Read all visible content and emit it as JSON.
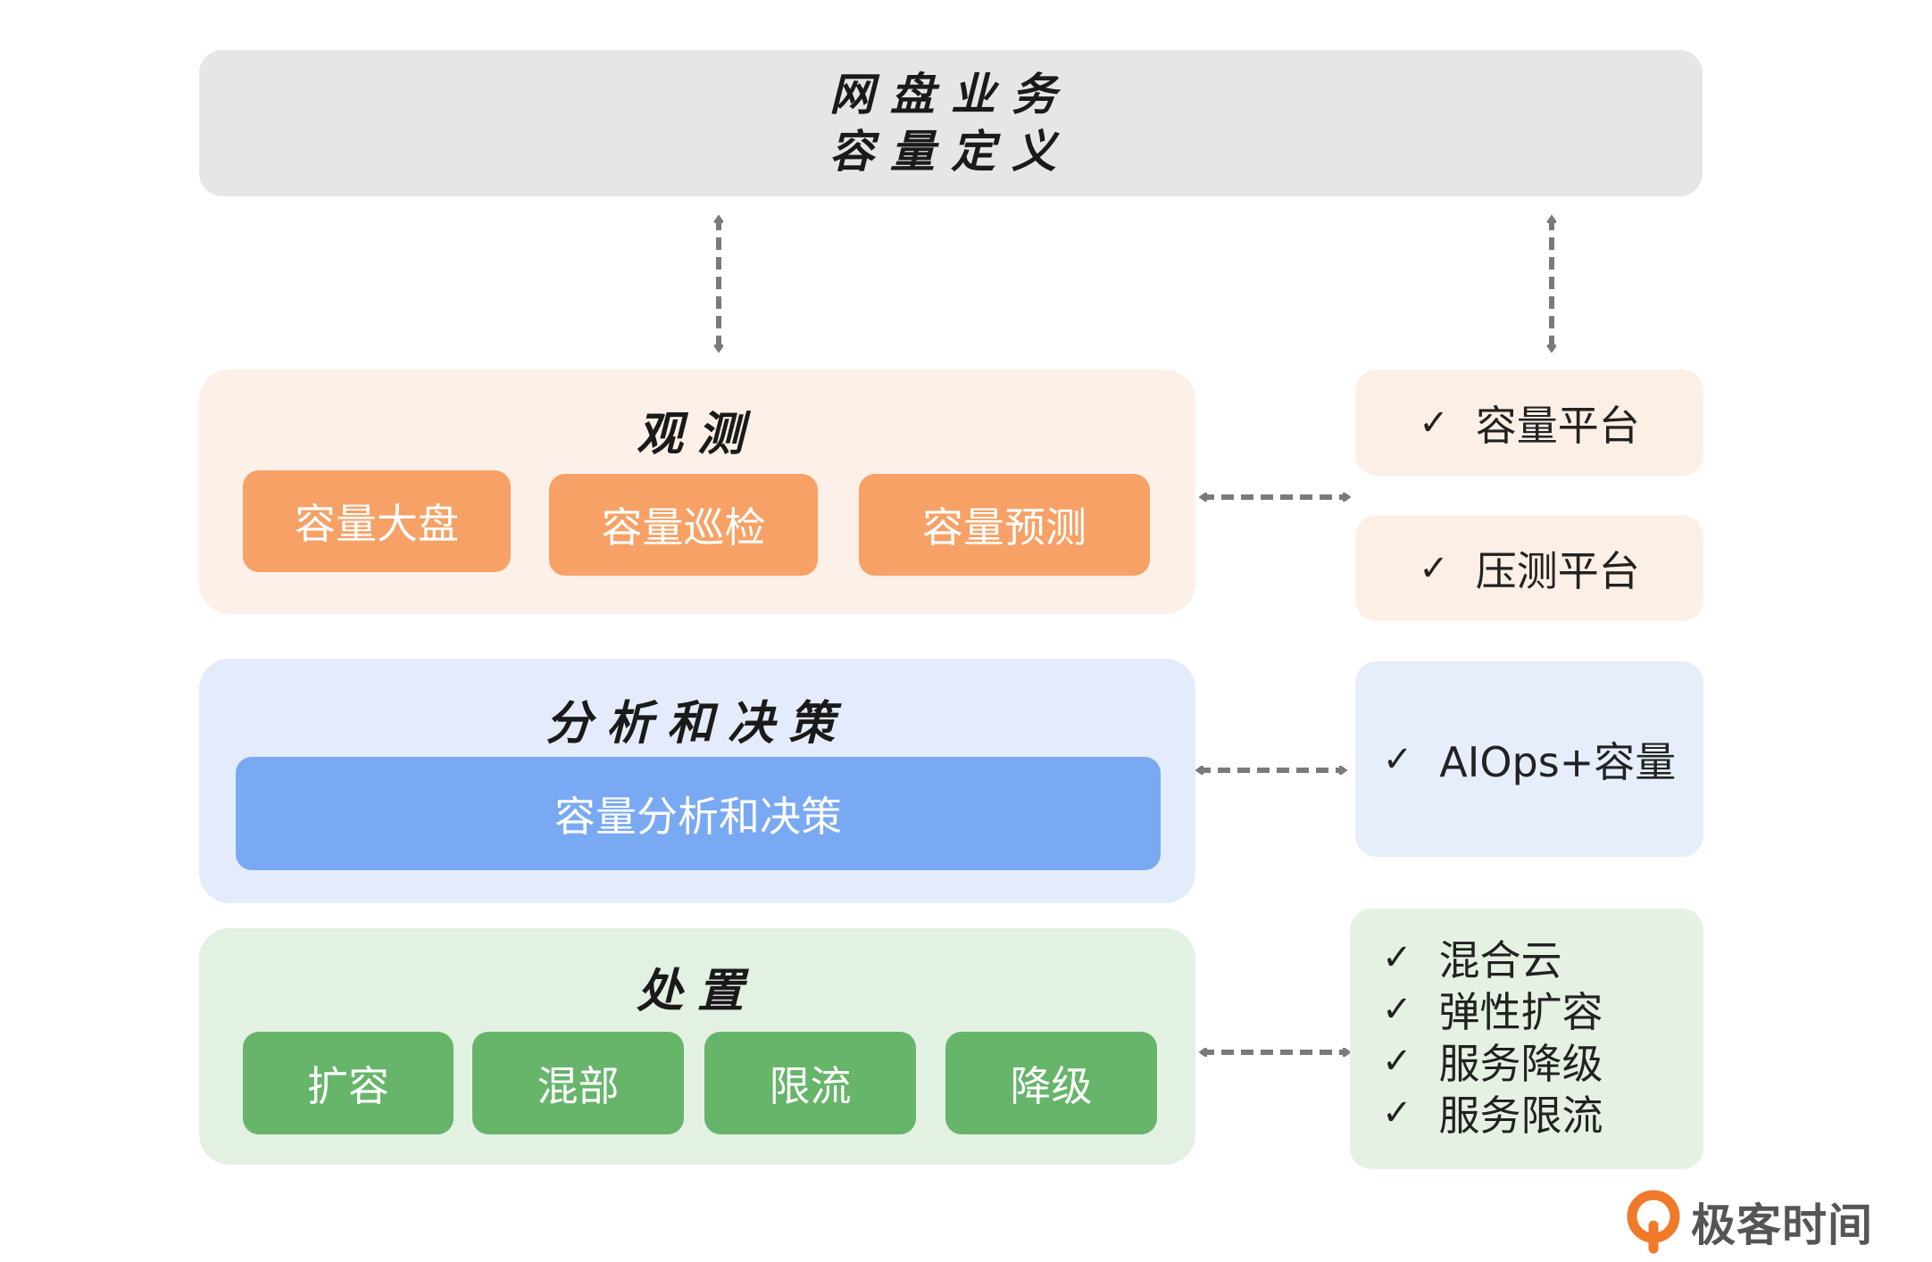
{
  "top": {
    "line1": "网盘业务",
    "line2": "容量定义"
  },
  "observe": {
    "title": "观测",
    "items": [
      "容量大盘",
      "容量巡检",
      "容量预测"
    ]
  },
  "analysis": {
    "title": "分析和决策",
    "item": "容量分析和决策"
  },
  "action": {
    "title": "处置",
    "items": [
      "扩容",
      "混部",
      "限流",
      "降级"
    ]
  },
  "side": {
    "capacity_platform": "容量平台",
    "pressure_platform": "压测平台",
    "aiops": "AIOps+容量",
    "action_list": [
      "混合云",
      "弹性扩容",
      "服务降级",
      "服务限流"
    ]
  },
  "check_symbol": "✓",
  "logo": {
    "text": "极客时间",
    "color": "#f07a2a"
  },
  "colors": {
    "top_bg": "#e6e6e6",
    "observe_bg": "#fcf0e8",
    "observe_chip": "#f7a166",
    "analysis_bg": "#e4ecfb",
    "analysis_chip": "#7aa9f4",
    "action_bg": "#e3f1e2",
    "action_chip": "#66b56a",
    "arrow": "#7a7a7a"
  }
}
